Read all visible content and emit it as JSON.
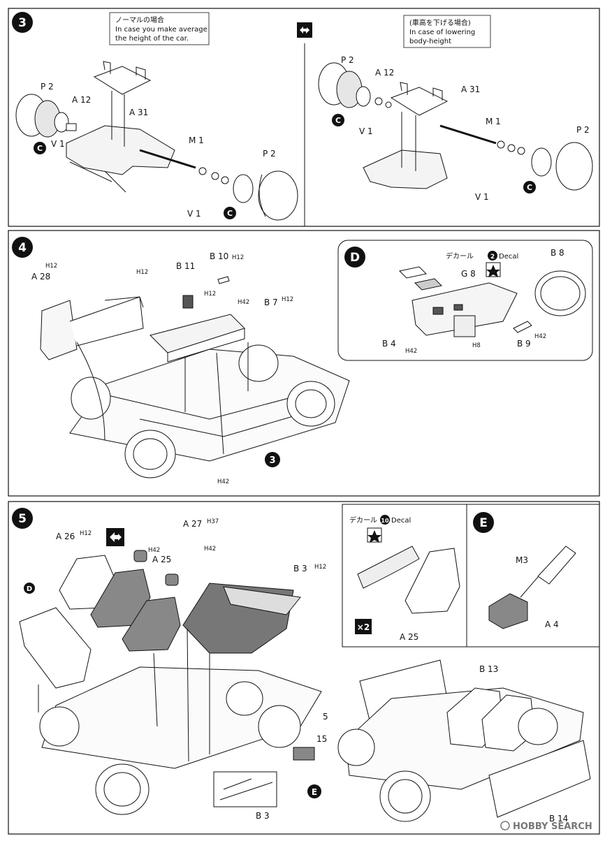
{
  "step3": {
    "number": "3",
    "normal_note": {
      "jp": "ノーマルの場合",
      "line1": "In case you make average",
      "line2": "the height of the car."
    },
    "lower_note": {
      "jp": "(車高を下げる場合)",
      "line1": "In case of lowering",
      "line2": "body-height"
    },
    "left": {
      "p2a": "P 2",
      "a12": "A 12",
      "a31": "A 31",
      "v1a": "V 1",
      "m1": "M 1",
      "p2b": "P 2",
      "v1b": "V 1",
      "c": "C"
    },
    "right": {
      "p2a": "P 2",
      "a12": "A 12",
      "a31": "A 31",
      "v1a": "V 1",
      "m1": "M 1",
      "p2b": "P 2",
      "v1b": "V 1",
      "c": "C"
    }
  },
  "step4": {
    "number": "4",
    "a28": "A 28",
    "a28_paint": "H12",
    "b11": "B 11",
    "b10": "B 10",
    "b10_paint": "H12",
    "h12a": "H12",
    "h12b": "H12",
    "h42a": "H42",
    "b7": "B 7",
    "b7_paint": "H12",
    "ref3": "3",
    "h42b": "H42"
  },
  "stepD": {
    "letter": "D",
    "decal_label": "デカール",
    "decal_num": "2",
    "decal_en": "Decal",
    "g8": "G 8",
    "b8": "B 8",
    "b4": "B 4",
    "b4_paint": "H42",
    "h8": "H8",
    "b9": "B 9",
    "b9_paint": "H42"
  },
  "step5": {
    "number": "5",
    "a26": "A 26",
    "a26_paint": "H12",
    "a27": "A 27",
    "a27_paint": "H37",
    "h42a": "H42",
    "a25": "A 25",
    "h42b": "H42",
    "b3": "B 3",
    "b3_paint": "H12",
    "d": "D",
    "dim5": "5",
    "dim15": "15",
    "b3b": "B 3",
    "e": "E"
  },
  "stepDecal10": {
    "decal_label": "デカール",
    "decal_num": "10",
    "decal_en": "Decal",
    "a25": "A 25",
    "times": "×2"
  },
  "stepE": {
    "letter": "E",
    "m3": "M3",
    "a4": "A 4"
  },
  "final": {
    "b13": "B 13",
    "b14": "B 14"
  },
  "watermark": "HOBBY SEARCH"
}
